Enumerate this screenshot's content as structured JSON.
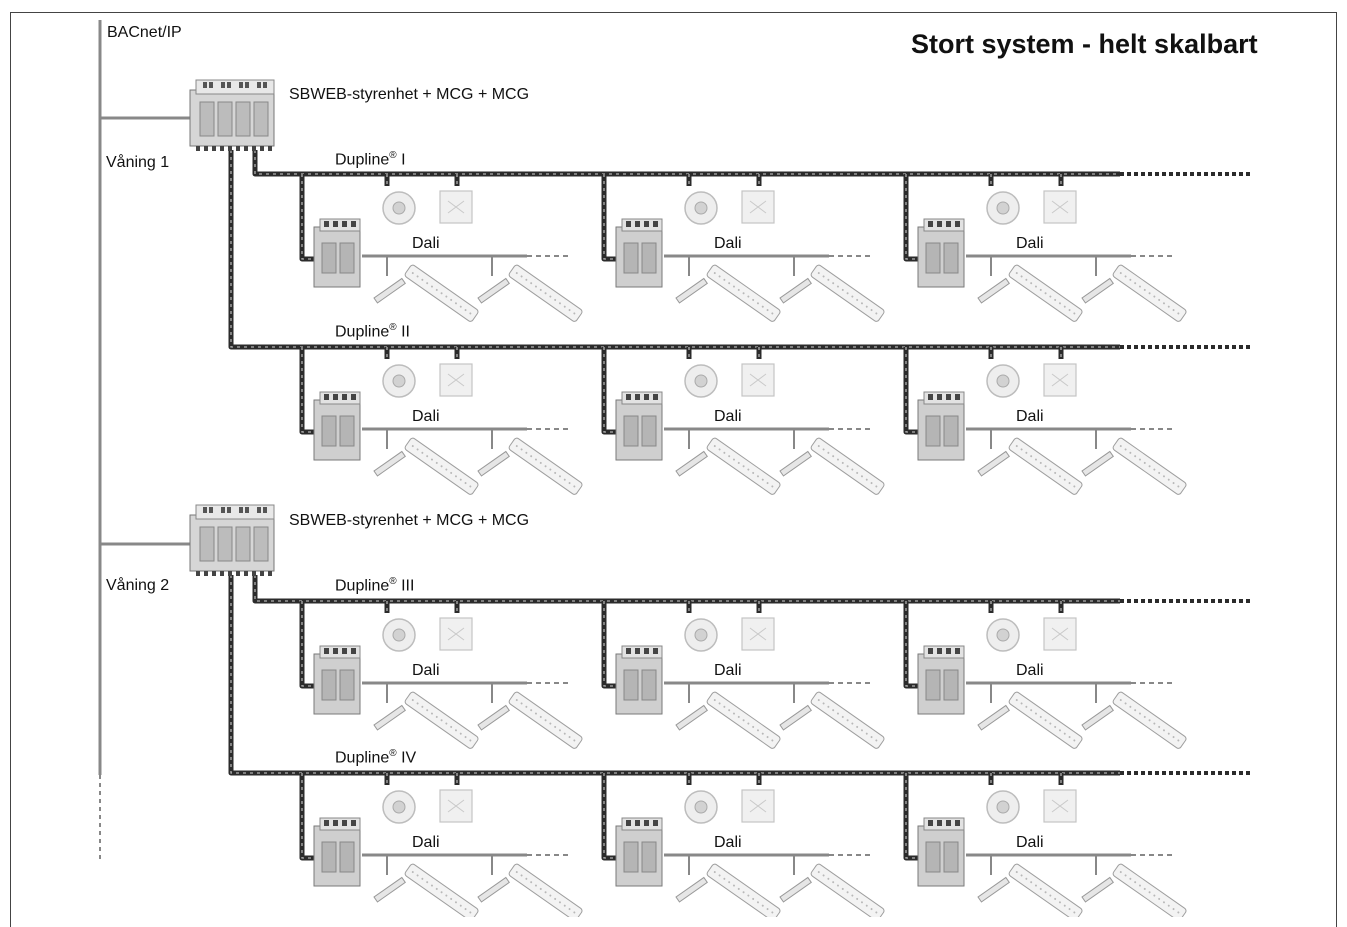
{
  "diagram": {
    "title": "Stort system - helt skalbart",
    "network_label": "BACnet/IP",
    "floors": [
      {
        "label": "Våning 1",
        "controller_label": "SBWEB-styrenhet + MCG + MCG",
        "buses": [
          {
            "name": "Dupline",
            "mark": "®",
            "numeral": "I",
            "segments": [
              {
                "label": "Dali"
              },
              {
                "label": "Dali"
              },
              {
                "label": "Dali"
              }
            ]
          },
          {
            "name": "Dupline",
            "mark": "®",
            "numeral": "II",
            "segments": [
              {
                "label": "Dali"
              },
              {
                "label": "Dali"
              },
              {
                "label": "Dali"
              }
            ]
          }
        ]
      },
      {
        "label": "Våning 2",
        "controller_label": "SBWEB-styrenhet + MCG + MCG",
        "buses": [
          {
            "name": "Dupline",
            "mark": "®",
            "numeral": "III",
            "segments": [
              {
                "label": "Dali"
              },
              {
                "label": "Dali"
              },
              {
                "label": "Dali"
              }
            ]
          },
          {
            "name": "Dupline",
            "mark": "®",
            "numeral": "IV",
            "segments": [
              {
                "label": "Dali"
              },
              {
                "label": "Dali"
              },
              {
                "label": "Dali"
              }
            ]
          }
        ]
      }
    ],
    "icons": [
      "controller-module-icon",
      "dali-gateway-icon",
      "pir-sensor-icon",
      "wall-switch-icon",
      "led-luminaire-icon",
      "dali-driver-icon"
    ],
    "colors": {
      "bus_cable": "#2b2b2b",
      "network_line": "#888888",
      "dali_line": "#9a9a9a",
      "device_body": "#c8c8c8"
    }
  }
}
